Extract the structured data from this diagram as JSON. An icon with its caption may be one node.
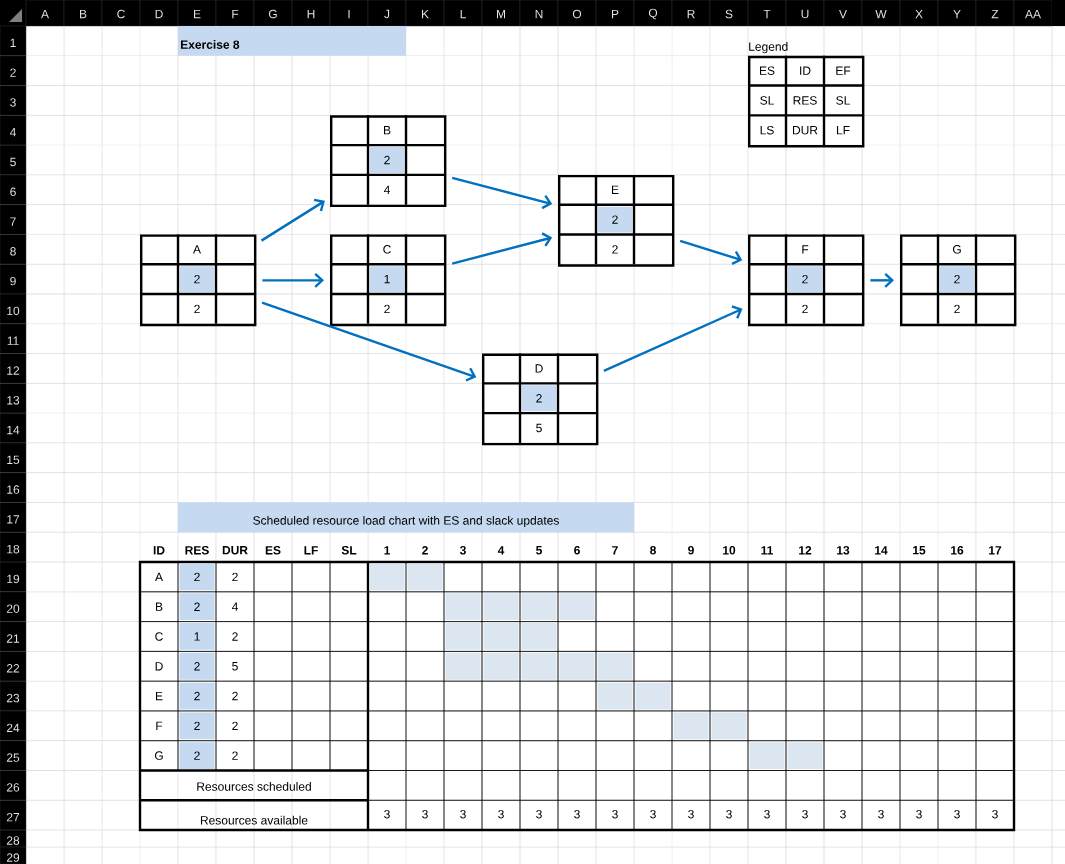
{
  "diagram": {
    "title": "Exercise 8",
    "nodes": [
      {
        "text": [
          "A",
          "2",
          "2"
        ]
      },
      {
        "text": [
          "B",
          "2",
          "4"
        ]
      },
      {
        "text": [
          "C",
          "1",
          "2"
        ]
      },
      {
        "text": [
          "D",
          "2",
          "5"
        ]
      },
      {
        "text": [
          "E",
          "2",
          "2"
        ]
      },
      {
        "text": [
          "F",
          "2",
          "2"
        ]
      },
      {
        "text": [
          "G",
          "2",
          "2"
        ]
      },
      {
        "text": [
          "Legend",
          "ES",
          "ID",
          "EF",
          "SL",
          "RES",
          "SL",
          "LS",
          "DUR",
          "LF"
        ]
      }
    ],
    "edges": [
      {
        "from": 0,
        "to": 1,
        "arrow": "to"
      },
      {
        "from": 0,
        "to": 2,
        "arrow": "to"
      },
      {
        "from": 0,
        "to": 3,
        "arrow": "to"
      },
      {
        "from": 1,
        "to": 4,
        "arrow": "to"
      },
      {
        "from": 2,
        "to": 4,
        "arrow": "to"
      },
      {
        "from": 4,
        "to": 5,
        "arrow": "to"
      },
      {
        "from": 3,
        "to": 5,
        "arrow": "to"
      },
      {
        "from": 5,
        "to": 6,
        "arrow": "to"
      }
    ],
    "labels": [
      "A",
      "B",
      "C",
      "D",
      "E",
      "F",
      "G",
      "H",
      "I",
      "J",
      "K",
      "L",
      "M",
      "N",
      "O",
      "P",
      "Q",
      "R",
      "S",
      "T",
      "U",
      "V",
      "W",
      "X",
      "Y",
      "Z",
      "AA",
      "1",
      "2",
      "3",
      "4",
      "5",
      "6",
      "7",
      "8",
      "9",
      "10",
      "11",
      "12",
      "13",
      "14",
      "15",
      "16",
      "17",
      "18",
      "19",
      "20",
      "21",
      "22",
      "23",
      "24",
      "25",
      "26",
      "27",
      "28",
      "29",
      "Scheduled resource load chart with ES and slack updates",
      "ID",
      "RES",
      "DUR",
      "ES",
      "LF",
      "SL",
      "1",
      "2",
      "3",
      "4",
      "5",
      "6",
      "7",
      "8",
      "9",
      "10",
      "11",
      "12",
      "13",
      "14",
      "15",
      "16",
      "17",
      "A",
      "2",
      "2",
      "B",
      "2",
      "4",
      "C",
      "1",
      "2",
      "D",
      "2",
      "5",
      "E",
      "2",
      "2",
      "F",
      "2",
      "2",
      "G",
      "2",
      "2",
      "Resources scheduled",
      "Resources available",
      "3",
      "3",
      "3",
      "3",
      "3",
      "3",
      "3",
      "3",
      "3",
      "3",
      "3",
      "3",
      "3",
      "3",
      "3",
      "3",
      "3"
    ]
  }
}
